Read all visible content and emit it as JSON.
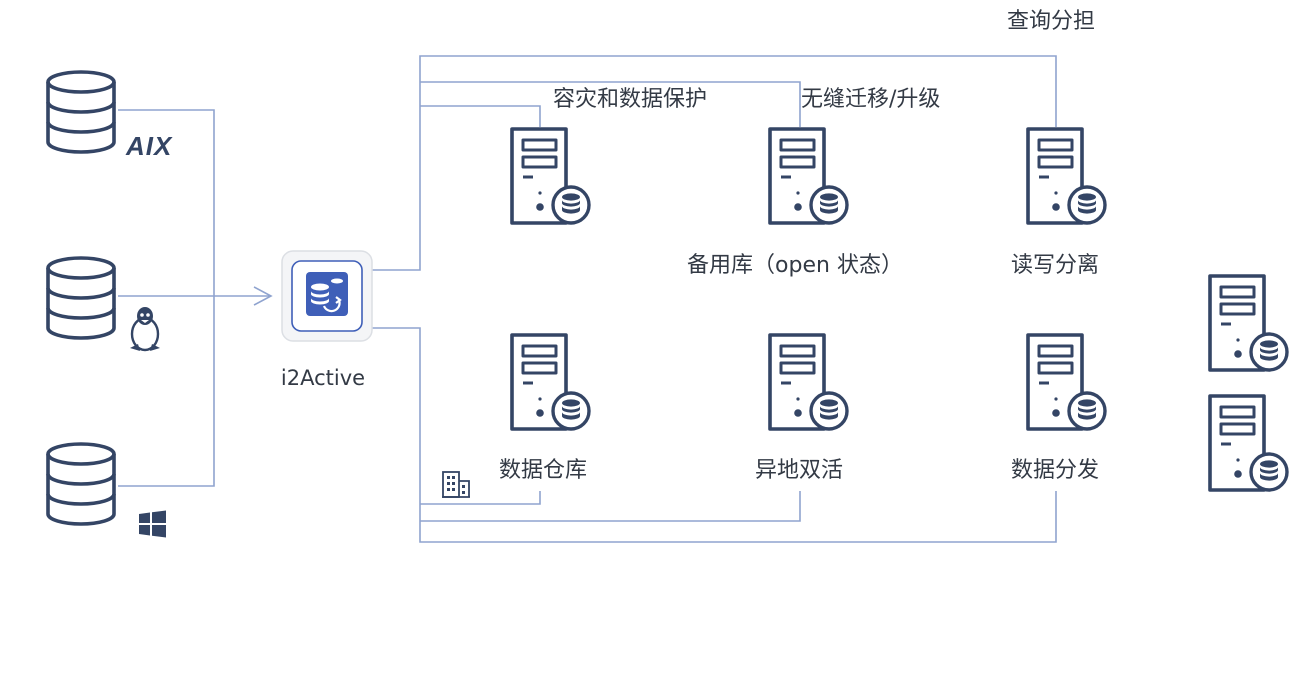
{
  "app": {
    "label": "i2Active",
    "icon": "database-sync-icon"
  },
  "sources": [
    {
      "os": "AIX",
      "os_icon": "aix-logo-icon",
      "db_icon": "database-icon"
    },
    {
      "os": "Linux",
      "os_icon": "linux-penguin-icon",
      "db_icon": "database-icon"
    },
    {
      "os": "Windows",
      "os_icon": "windows-logo-icon",
      "db_icon": "database-icon"
    }
  ],
  "top_routes": [
    {
      "label": "容灾和数据保护"
    },
    {
      "label": "无缝迁移/升级"
    },
    {
      "label": "查询分担"
    }
  ],
  "servers": [
    {
      "label": "",
      "icon": "server-database-icon"
    },
    {
      "label": "备用库（open 状态）",
      "icon": "server-database-icon"
    },
    {
      "label": "读写分离",
      "icon": "server-database-icon"
    },
    {
      "label": "数据仓库",
      "icon": "server-database-icon"
    },
    {
      "label": "异地双活",
      "icon": "server-database-icon"
    },
    {
      "label": "数据分发",
      "icon": "server-database-icon"
    }
  ],
  "remote_servers": [
    {
      "icon": "server-database-icon"
    },
    {
      "icon": "server-database-icon"
    }
  ],
  "branch_icon": "building-icon",
  "colors": {
    "icon": "#344565",
    "connector": "#8fa3cf",
    "app_accent": "#3f5fb8",
    "text": "#333a45"
  }
}
